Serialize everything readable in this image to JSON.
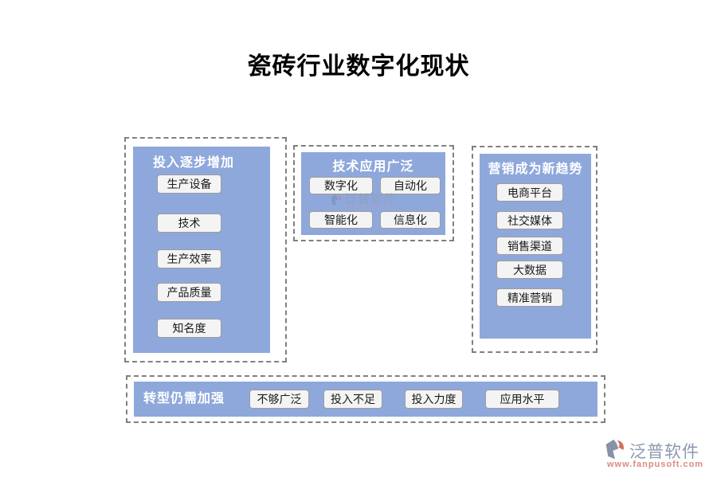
{
  "title": "瓷砖行业数字化现状",
  "panels": {
    "investment": {
      "header": "投入逐步增加",
      "items": [
        "生产设备",
        "技术",
        "生产效率",
        "产品质量",
        "知名度"
      ]
    },
    "technology": {
      "header": "技术应用广泛",
      "items": [
        "数字化",
        "自动化",
        "智能化",
        "信息化"
      ]
    },
    "marketing": {
      "header": "营销成为新趋势",
      "items": [
        "电商平台",
        "社交媒体",
        "销售渠道",
        "大数据",
        "精准营销"
      ]
    },
    "transformation": {
      "header": "转型仍需加强",
      "items": [
        "不够广泛",
        "投入不足",
        "投入力度",
        "应用水平"
      ]
    }
  },
  "watermark": {
    "brand": "泛普软件",
    "url": "www.fanpusoft.com"
  },
  "colors": {
    "panel_blue": "#8FA8DC",
    "box_bg": "#F4F4F4",
    "box_border": "#9C9C9C",
    "dash_border": "#808080",
    "header_text": "#FFFFFF",
    "box_text": "#1A1A1A",
    "title_text": "#000000",
    "brand_text": "#8D99AF",
    "brand_accent": "#D2705E",
    "url_text": "#D98C80"
  }
}
